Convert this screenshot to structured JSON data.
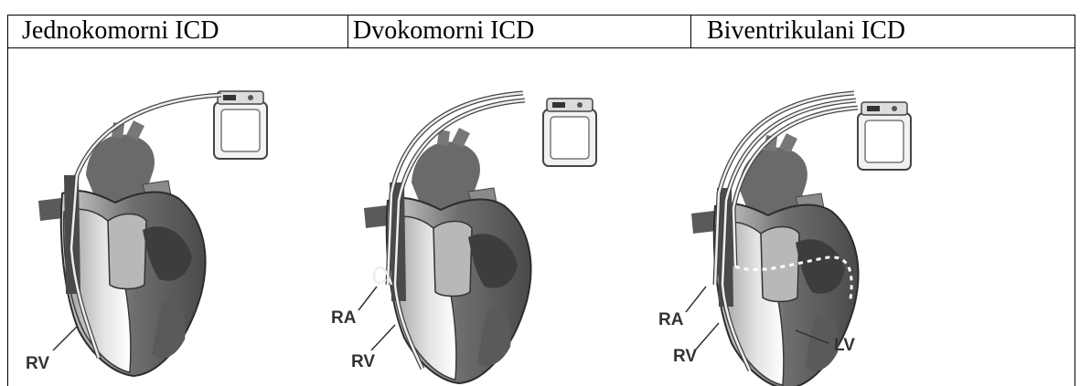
{
  "table": {
    "headers": [
      "Jednokomorni ICD",
      "Dvokomorni ICD",
      "Biventrikulani ICD"
    ]
  },
  "panels": [
    {
      "labels": {
        "rv": "RV"
      }
    },
    {
      "labels": {
        "ra": "RA",
        "rv": "RV"
      }
    },
    {
      "labels": {
        "ra": "RA",
        "rv": "RV",
        "lv": "LV"
      }
    }
  ],
  "colors": {
    "border": "#000000",
    "heart_dark": "#555555",
    "heart_mid": "#8a8a8a",
    "heart_light": "#d6d6d6",
    "lead": "#e8e8e8",
    "device_bg": "#f2f2f2"
  }
}
